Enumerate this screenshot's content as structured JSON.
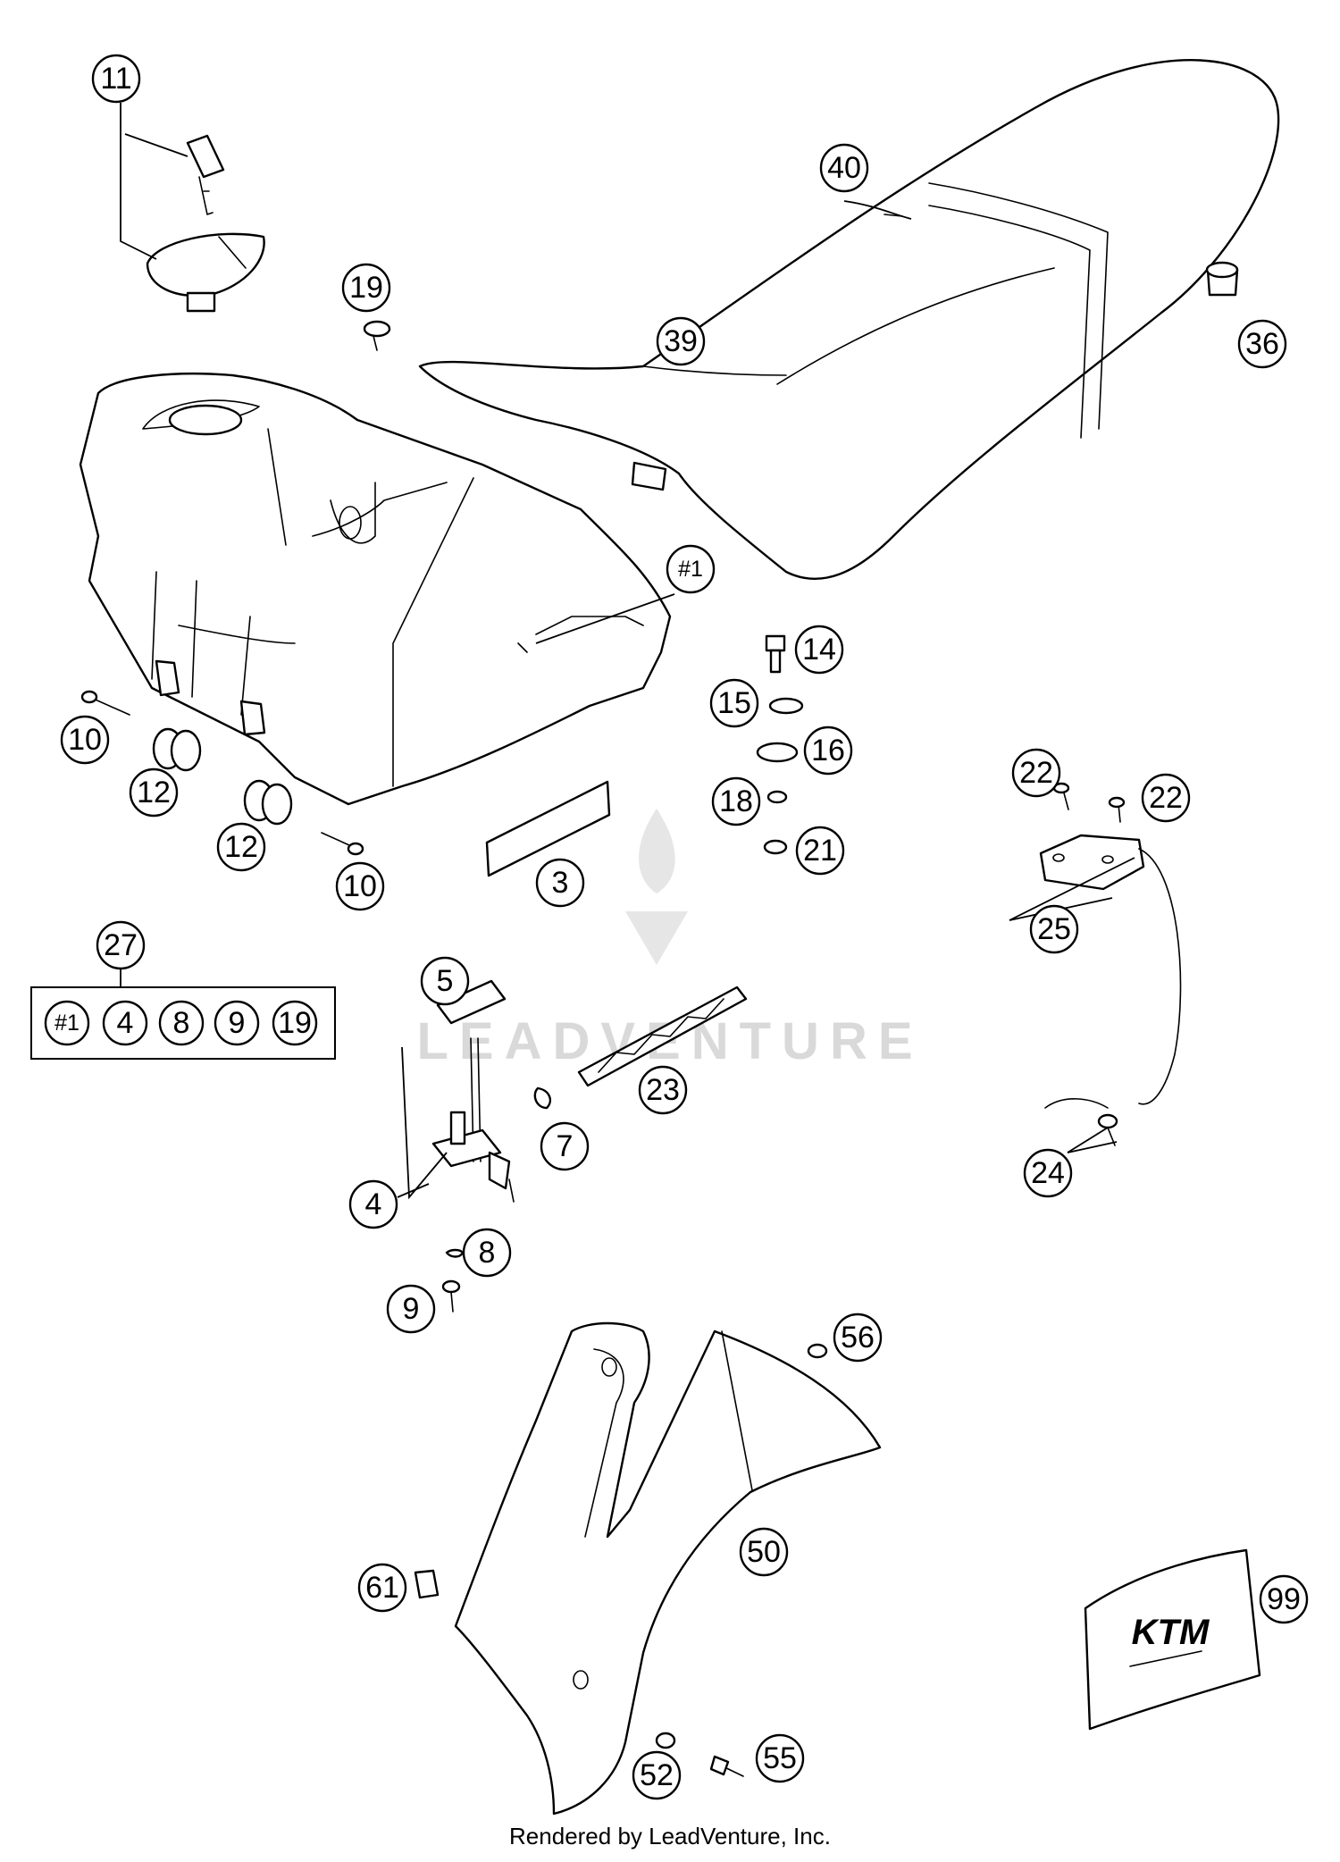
{
  "callouts": [
    {
      "label": "11"
    },
    {
      "label": "40"
    },
    {
      "label": "19"
    },
    {
      "label": "39"
    },
    {
      "label": "36"
    },
    {
      "label": "#1"
    },
    {
      "label": "14"
    },
    {
      "label": "15"
    },
    {
      "label": "16"
    },
    {
      "label": "18"
    },
    {
      "label": "21"
    },
    {
      "label": "10"
    },
    {
      "label": "12"
    },
    {
      "label": "12"
    },
    {
      "label": "10"
    },
    {
      "label": "3"
    },
    {
      "label": "22"
    },
    {
      "label": "22"
    },
    {
      "label": "25"
    },
    {
      "label": "27"
    },
    {
      "label": "5"
    },
    {
      "label": "23"
    },
    {
      "label": "7"
    },
    {
      "label": "4"
    },
    {
      "label": "24"
    },
    {
      "label": "8"
    },
    {
      "label": "9"
    },
    {
      "label": "56"
    },
    {
      "label": "50"
    },
    {
      "label": "61"
    },
    {
      "label": "99"
    },
    {
      "label": "52"
    },
    {
      "label": "55"
    }
  ],
  "kit": {
    "label": "27",
    "items": [
      "#1",
      "4",
      "8",
      "9",
      "19"
    ]
  },
  "watermark": "LEADVENTURE",
  "footer": "Rendered by LeadVenture, Inc.",
  "logo_text": "KTM"
}
